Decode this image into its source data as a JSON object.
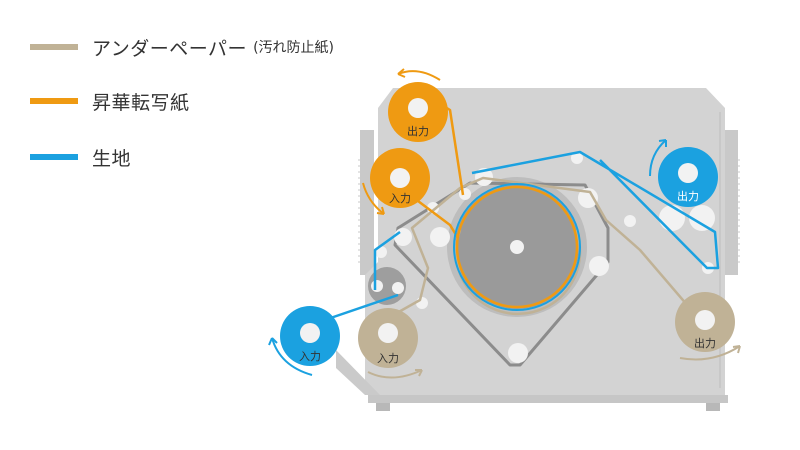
{
  "legend": {
    "items": [
      {
        "key": "underpaper",
        "label": "アンダーペーパー",
        "note": "(汚れ防止紙)",
        "color": "#c0b296"
      },
      {
        "key": "transfer",
        "label": "昇華転写紙",
        "note": "",
        "color": "#ef9a12"
      },
      {
        "key": "fabric",
        "label": "生地",
        "note": "",
        "color": "#1ba1e0"
      }
    ]
  },
  "rolls": {
    "transfer_out": "出力",
    "transfer_in": "入力",
    "fabric_out": "出力",
    "fabric_in": "入力",
    "underpaper_in": "入力",
    "underpaper_out": "出力"
  },
  "colors": {
    "body": "#d3d3d3",
    "drum": "#9a9a9a",
    "belt": "#8c8c8c",
    "roller": "#f2f2f2"
  }
}
